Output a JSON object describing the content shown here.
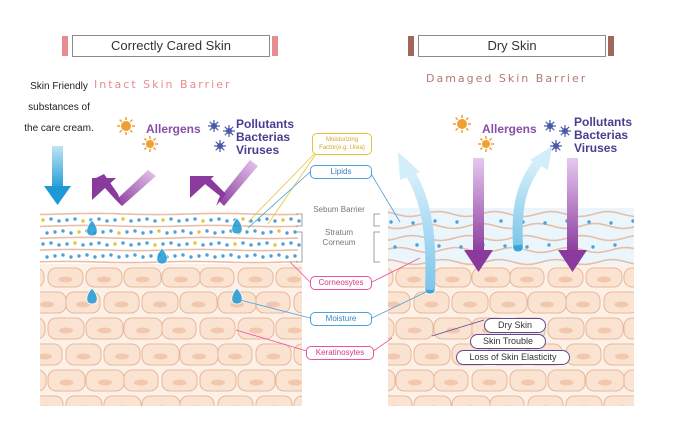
{
  "left_panel": {
    "title": "Correctly Cared Skin",
    "barrier_label": "Intact Skin Barrier",
    "side_note": [
      "Skin Friendly",
      "substances of",
      "the care cream."
    ],
    "allergens": "Allergens",
    "pollutants": [
      "Pollutants",
      "Bacterias",
      "Viruses"
    ]
  },
  "right_panel": {
    "title": "Dry Skin",
    "barrier_label": "Damaged Skin Barrier",
    "allergens": "Allergens",
    "pollutants": [
      "Pollutants",
      "Bacterias",
      "Viruses"
    ],
    "effects": [
      "Dry Skin",
      "Skin Trouble",
      "Loss of Skin Elasticity"
    ]
  },
  "center_labels": {
    "moisturizing": [
      "Moisturizing",
      "Factor(e.g. Urea)"
    ],
    "lipids": "Lipids",
    "sebum_barrier": "Sebum Barrier",
    "stratum_corneum": [
      "Stratum",
      "Corneum"
    ],
    "corneosytes": "Corneosytes",
    "moisture": "Moisture",
    "keratinosytes": "Keratinosytes"
  },
  "colors": {
    "title_cap_pink": "#e88c93",
    "title_cap_brown": "#a0675a",
    "intact_label": "#e88c8c",
    "damaged_label": "#b07a70",
    "allergen_text": "#8a4fa8",
    "pollutant_text": "#4a3d8f",
    "purple_arrow": "#9a4aa8",
    "light_blue_arrow": "#8fd0ee",
    "blue_arrow": "#1d9ad6",
    "lipid_line": "#4da0d8",
    "corneo_pink": "#e8559a",
    "moisturizer_yellow": "#e8c23a",
    "skin_cell_fill": "#fbe3d2",
    "skin_cell_line": "#e6b89c",
    "sun_orange": "#f0a030",
    "virus_blue": "#4a5aa8"
  }
}
